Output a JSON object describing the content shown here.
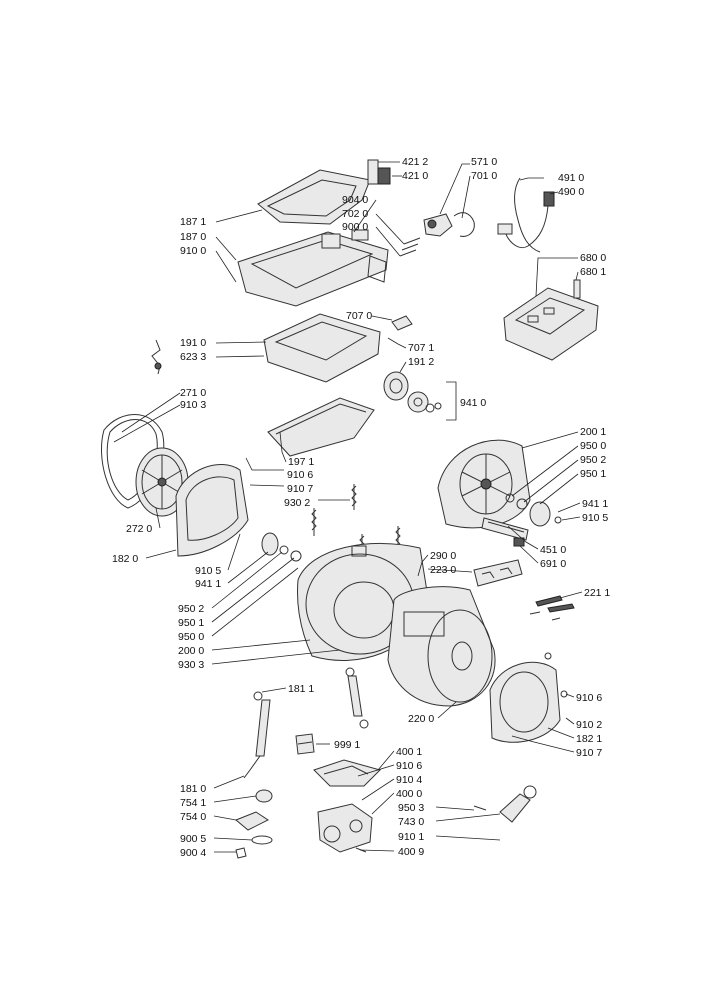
{
  "diagram": {
    "part_labels": [
      {
        "id": "l4212",
        "text": "421 2"
      },
      {
        "id": "l4210",
        "text": "421 0"
      },
      {
        "id": "l5710",
        "text": "571 0"
      },
      {
        "id": "l7010",
        "text": "701 0"
      },
      {
        "id": "l4910",
        "text": "491 0"
      },
      {
        "id": "l4900",
        "text": "490 0"
      },
      {
        "id": "l1871",
        "text": "187 1"
      },
      {
        "id": "l1870",
        "text": "187 0"
      },
      {
        "id": "l9100a",
        "text": "910 0"
      },
      {
        "id": "l9040",
        "text": "904 0"
      },
      {
        "id": "l7020",
        "text": "702 0"
      },
      {
        "id": "l9000",
        "text": "900 0"
      },
      {
        "id": "l6800",
        "text": "680 0"
      },
      {
        "id": "l6801",
        "text": "680 1"
      },
      {
        "id": "l7070",
        "text": "707 0"
      },
      {
        "id": "l1910",
        "text": "191 0"
      },
      {
        "id": "l6233",
        "text": "623 3"
      },
      {
        "id": "l7071",
        "text": "707 1"
      },
      {
        "id": "l1912",
        "text": "191 2"
      },
      {
        "id": "l2710",
        "text": "271 0"
      },
      {
        "id": "l9103",
        "text": "910 3"
      },
      {
        "id": "l9410a",
        "text": "941 0"
      },
      {
        "id": "l2001",
        "text": "200 1"
      },
      {
        "id": "l1971",
        "text": "197 1"
      },
      {
        "id": "l9500a",
        "text": "950 0"
      },
      {
        "id": "l9502a",
        "text": "950 2"
      },
      {
        "id": "l9106a",
        "text": "910 6"
      },
      {
        "id": "l9501a",
        "text": "950 1"
      },
      {
        "id": "l9107a",
        "text": "910 7"
      },
      {
        "id": "l9302",
        "text": "930 2"
      },
      {
        "id": "l9411a",
        "text": "941 1"
      },
      {
        "id": "l9105a",
        "text": "910 5"
      },
      {
        "id": "l2720",
        "text": "272 0"
      },
      {
        "id": "l4510",
        "text": "451 0"
      },
      {
        "id": "l6910",
        "text": "691 0"
      },
      {
        "id": "l1820",
        "text": "182 0"
      },
      {
        "id": "l9105b",
        "text": "910 5"
      },
      {
        "id": "l2900",
        "text": "290 0"
      },
      {
        "id": "l2230",
        "text": "223 0"
      },
      {
        "id": "l9411b",
        "text": "941 1"
      },
      {
        "id": "l2211",
        "text": "221 1"
      },
      {
        "id": "l9502b",
        "text": "950 2"
      },
      {
        "id": "l9501b",
        "text": "950 1"
      },
      {
        "id": "l9500b",
        "text": "950 0"
      },
      {
        "id": "l2000",
        "text": "200 0"
      },
      {
        "id": "l9303",
        "text": "930 3"
      },
      {
        "id": "l9106b",
        "text": "910 6"
      },
      {
        "id": "l1811",
        "text": "181 1"
      },
      {
        "id": "l9102",
        "text": "910 2"
      },
      {
        "id": "l1821",
        "text": "182 1"
      },
      {
        "id": "l9107b",
        "text": "910 7"
      },
      {
        "id": "l2200",
        "text": "220 0"
      },
      {
        "id": "l9991",
        "text": "999 1"
      },
      {
        "id": "l4001",
        "text": "400 1"
      },
      {
        "id": "l9106c",
        "text": "910 6"
      },
      {
        "id": "l1810",
        "text": "181 0"
      },
      {
        "id": "l9104",
        "text": "910 4"
      },
      {
        "id": "l7541",
        "text": "754 1"
      },
      {
        "id": "l4000",
        "text": "400 0"
      },
      {
        "id": "l7540",
        "text": "754 0"
      },
      {
        "id": "l9503",
        "text": "950 3"
      },
      {
        "id": "l7430",
        "text": "743 0"
      },
      {
        "id": "l9005",
        "text": "900 5"
      },
      {
        "id": "l9101",
        "text": "910 1"
      },
      {
        "id": "l9004",
        "text": "900 4"
      },
      {
        "id": "l4009",
        "text": "400 9"
      }
    ]
  }
}
